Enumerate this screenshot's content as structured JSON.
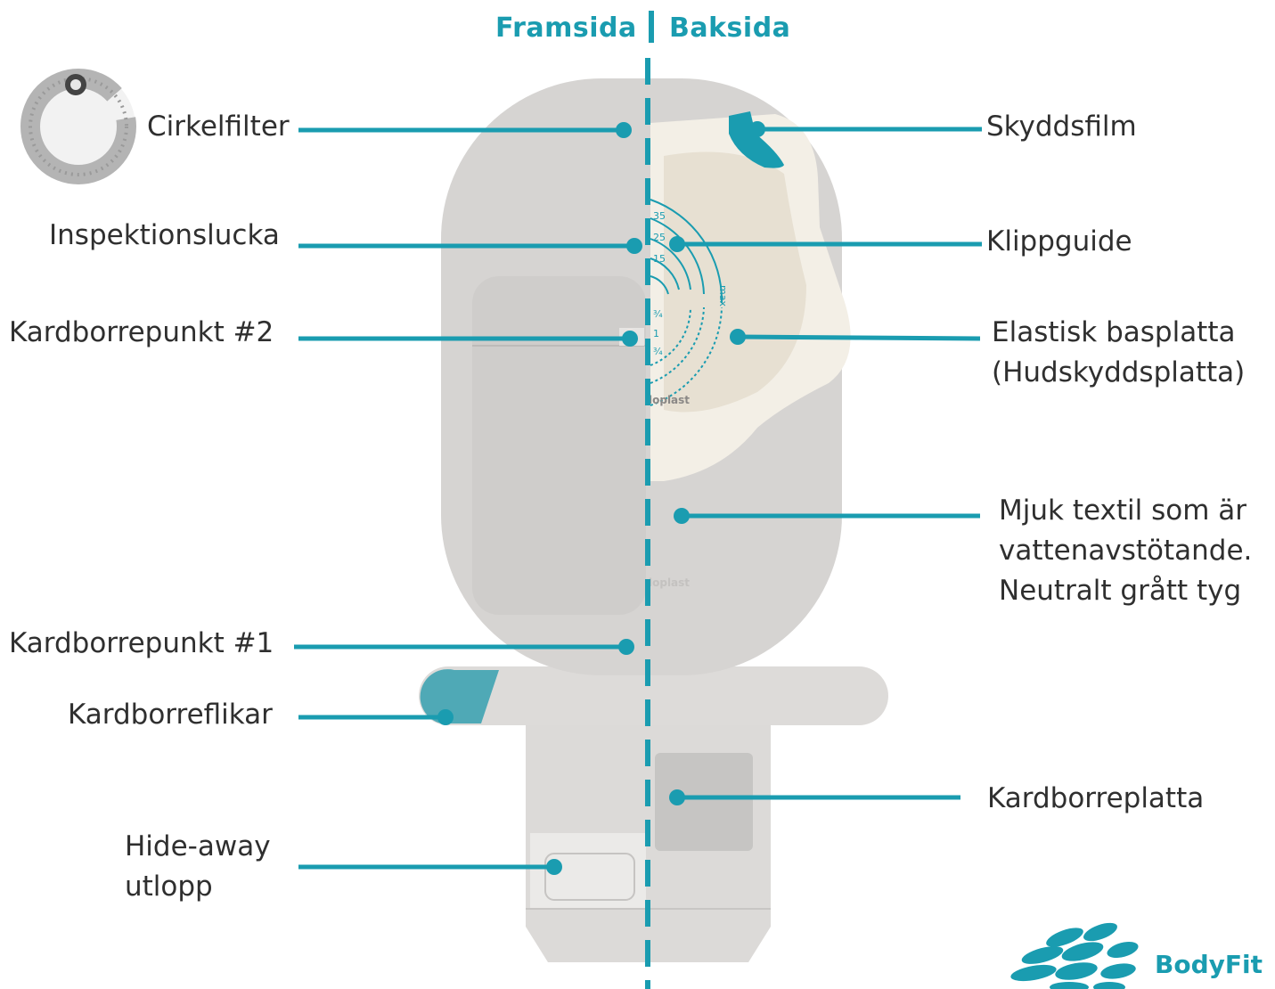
{
  "header": {
    "front": "Framsida",
    "back": "Baksida"
  },
  "labels_left": {
    "cirkelfilter": "Cirkelfilter",
    "inspektionslucka": "Inspektionslucka",
    "kardborrepunkt_2": "Kardborrepunkt #2",
    "kardborrepunkt_1": "Kardborrepunkt #1",
    "kardborreflikar": "Kardborreflikar",
    "hideaway_line1": "Hide-away",
    "hideaway_line2": "utlopp"
  },
  "labels_right": {
    "skyddsfilm": "Skyddsfilm",
    "klippguide": "Klippguide",
    "basplatta_line1": "Elastisk basplatta",
    "basplatta_line2": "(Hudskyddsplatta)",
    "textil_line1": "Mjuk textil som är",
    "textil_line2": "vattenavstötande.",
    "textil_line3": "Neutralt grått tyg",
    "kardborreplatta": "Kardborreplatta"
  },
  "product_print": {
    "brand_mark": "loplast",
    "guide_numbers": [
      "35",
      "25",
      "15",
      "¾",
      "1",
      "¾"
    ],
    "guide_max": "max"
  },
  "logo": {
    "text": "BodyFit"
  },
  "colors": {
    "accent": "#1a9cb0",
    "pouch": "#d4d2d0",
    "text": "#2f2f2f",
    "flap": "#4fa9b6"
  }
}
